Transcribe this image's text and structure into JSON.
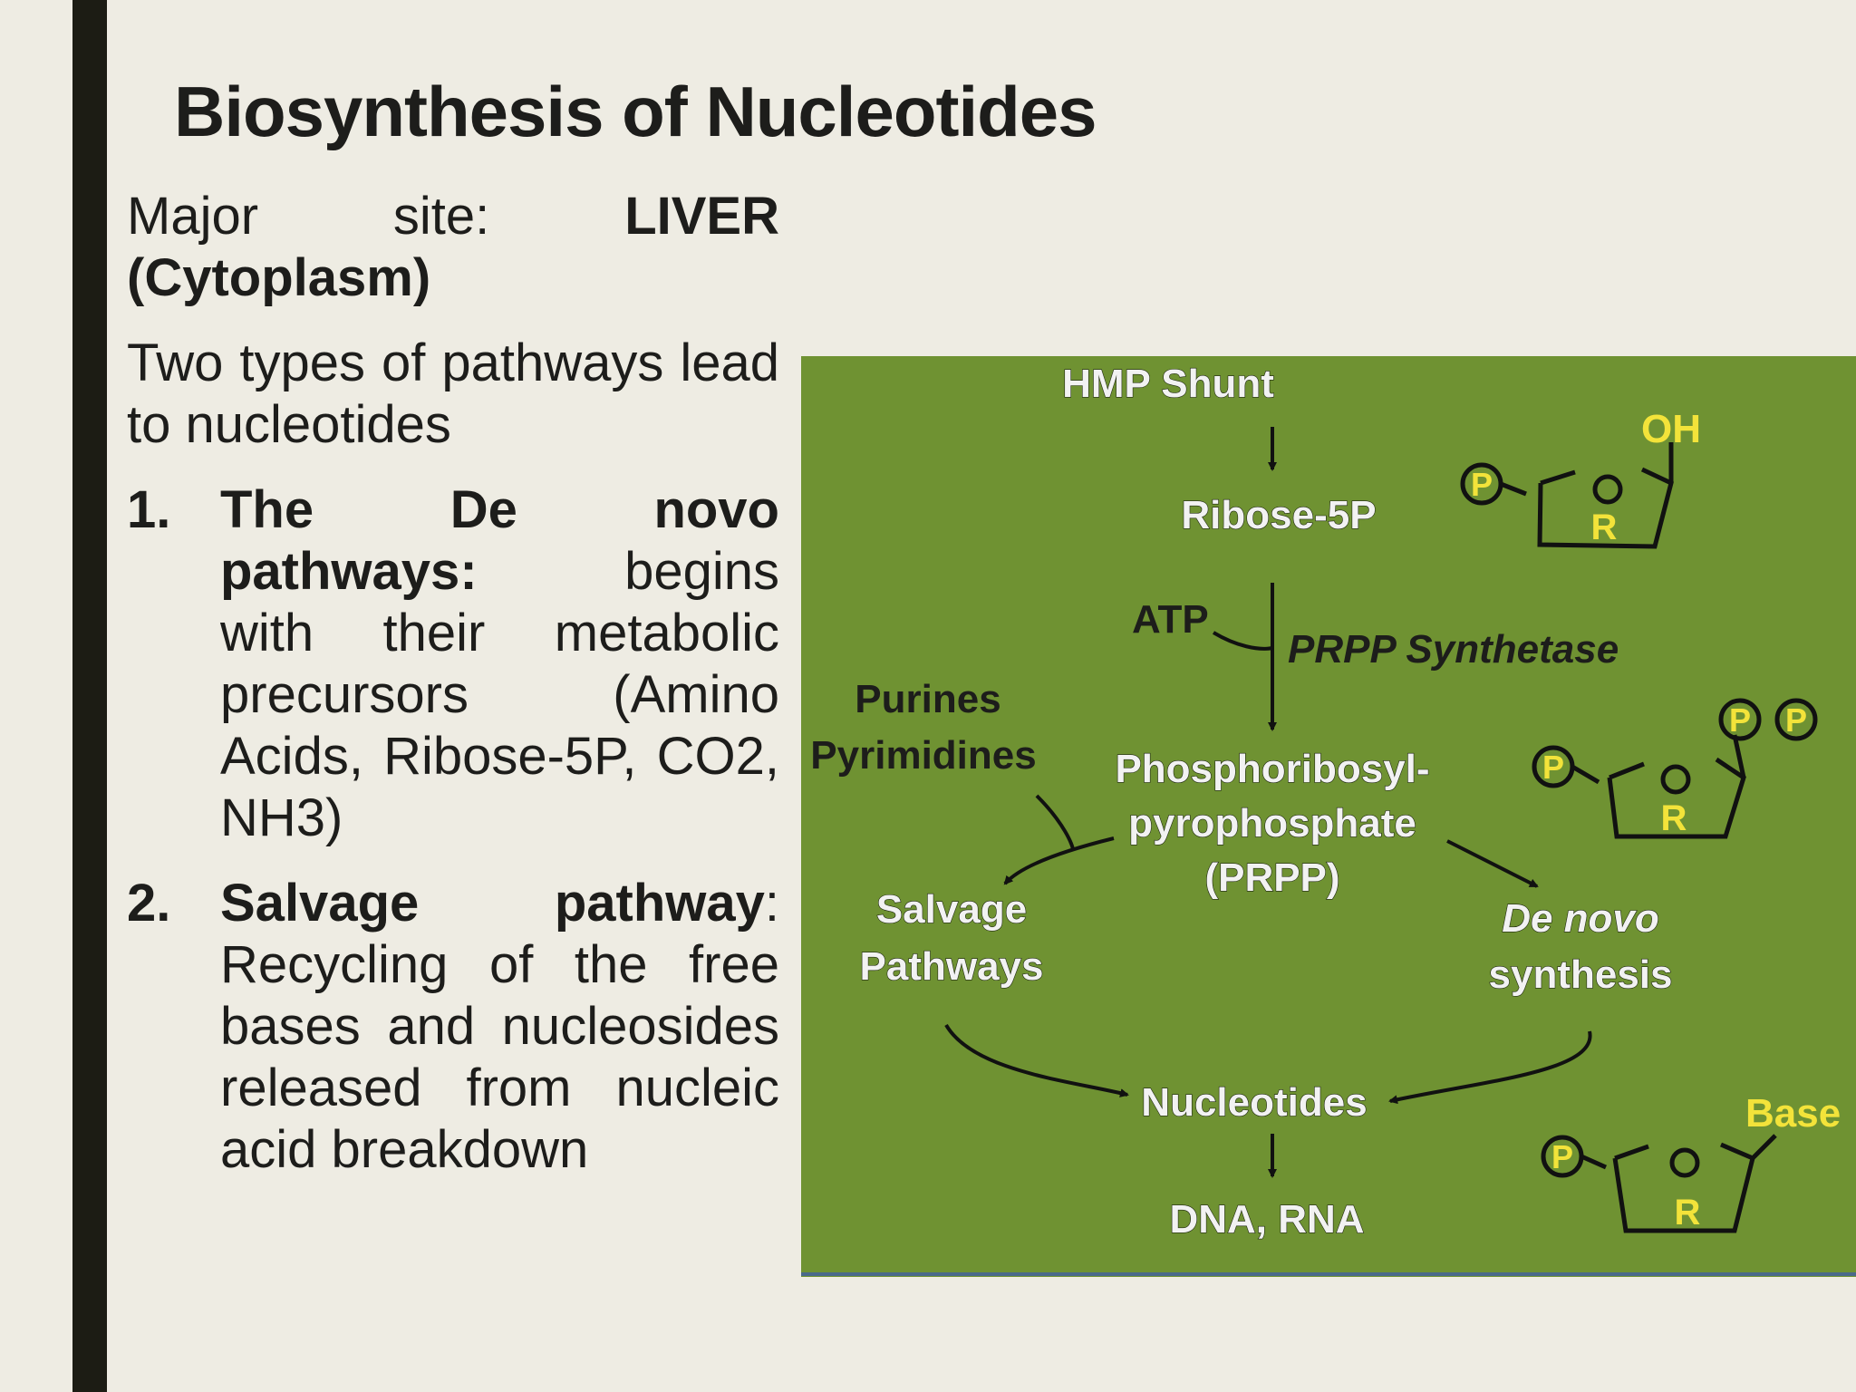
{
  "slide": {
    "title": "Biosynthesis of Nucleotides",
    "major_site": {
      "label": "Major",
      "label2": "site:",
      "value": "LIVER",
      "detail": "(Cytoplasm)"
    },
    "intro": "Two types of pathways lead to nucleotides",
    "list": [
      {
        "number": "1.",
        "heading_words": [
          "The",
          "De",
          "novo"
        ],
        "heading_line2": "pathways:",
        "line2_rest": "begins",
        "body": "with their metabolic precursors (Amino Acids, Ribose-5P, CO2, NH3)"
      },
      {
        "number": "2.",
        "heading_word1": "Salvage",
        "heading_word2": "pathway",
        "colon": ":",
        "body": "Recycling of the free bases and nucleosides released from nucleic acid breakdown"
      }
    ]
  },
  "diagram": {
    "background_color": "#6f9232",
    "accent_color": "#f3e33a",
    "nodes": {
      "hmp_shunt": "HMP Shunt",
      "ribose_5p": "Ribose-5P",
      "atp": "ATP",
      "enzyme": "PRPP Synthetase",
      "purines": "Purines",
      "pyrimidines": "Pyrimidines",
      "prpp_line1": "Phosphoribosyl-",
      "prpp_line2": "pyrophosphate",
      "prpp_line3": "(PRPP)",
      "salvage_line1": "Salvage",
      "salvage_line2": "Pathways",
      "denovo_line1": "De novo",
      "denovo_line2": "synthesis",
      "nucleotides": "Nucleotides",
      "dna_rna": "DNA, RNA"
    },
    "structures": {
      "ribose": {
        "phosphate": "P",
        "ring": "R",
        "group": "OH"
      },
      "prpp": {
        "phosphate": "P",
        "ring": "R",
        "pyro1": "P",
        "pyro2": "P"
      },
      "nucleotide": {
        "phosphate": "P",
        "ring": "R",
        "group": "Base"
      }
    }
  }
}
